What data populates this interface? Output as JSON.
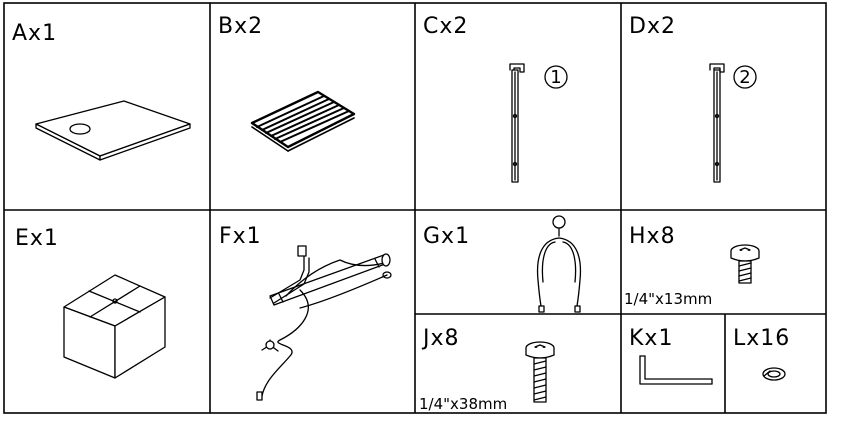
{
  "parts": {
    "A": {
      "label": "Ax1"
    },
    "B": {
      "label": "Bx2"
    },
    "C": {
      "label": "Cx2",
      "marker": "①"
    },
    "D": {
      "label": "Dx2",
      "marker": "②"
    },
    "E": {
      "label": "Ex1"
    },
    "F": {
      "label": "Fx1"
    },
    "G": {
      "label": "Gx1"
    },
    "H": {
      "label": "Hx8",
      "size": "1/4\"x13mm"
    },
    "J": {
      "label": "Jx8",
      "size": "1/4\"x38mm"
    },
    "K": {
      "label": "Kx1"
    },
    "L": {
      "label": "Lx16"
    }
  }
}
